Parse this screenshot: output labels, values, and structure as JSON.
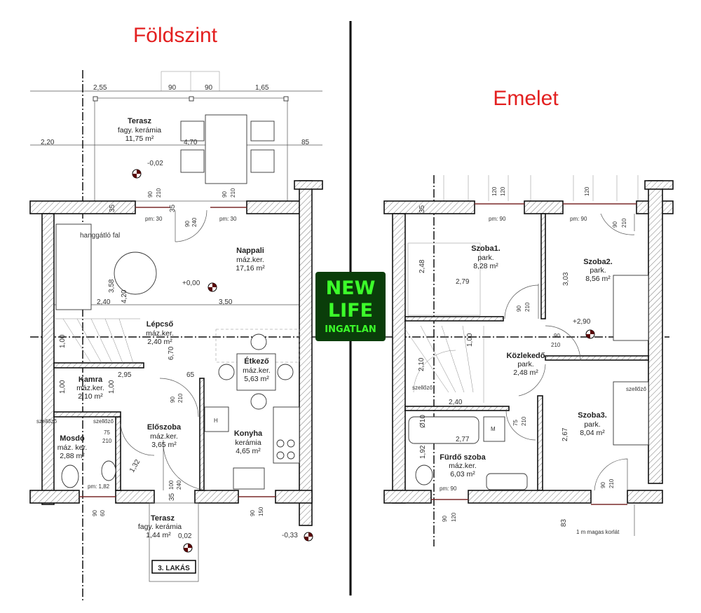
{
  "titles": {
    "ground": "Földszint",
    "upper": "Emelet"
  },
  "logo": {
    "line1": "NEW",
    "line2": "LIFE",
    "line3": "INGATLAN",
    "bg": "#0a3d0a",
    "fg": "#3cff2a"
  },
  "ground": {
    "rooms": [
      {
        "name": "Terasz",
        "material": "fagy. kerámia",
        "area": "11,75 m²"
      },
      {
        "name": "Nappali",
        "material": "máz.ker.",
        "area": "17,16 m²"
      },
      {
        "name": "Lépcső",
        "material": "máz.ker.",
        "area": "2,40 m²"
      },
      {
        "name": "Étkező",
        "material": "máz.ker.",
        "area": "5,63 m²"
      },
      {
        "name": "Kamra",
        "material": "máz.ker.",
        "area": "2,10 m²"
      },
      {
        "name": "Mosdó",
        "material": "máz. ker.",
        "area": "2,88 m²"
      },
      {
        "name": "Előszoba",
        "material": "máz.ker.",
        "area": "3,65 m²"
      },
      {
        "name": "Konyha",
        "material": "kerámia",
        "area": "4,65 m²"
      },
      {
        "name": "Terasz",
        "material": "fagy. kerámia",
        "area": "1,44 m²"
      }
    ],
    "levels": [
      "-0,02",
      "+0,00",
      "0,02",
      "-0,33"
    ],
    "notes": [
      "hanggátló fal",
      "szellőző",
      "szellőző",
      "pm: 30",
      "pm: 30",
      "pm: 1,82",
      "3. LAKÁS"
    ],
    "dims": [
      "2,55",
      "90",
      "90",
      "1,65",
      "2,20",
      "4,70",
      "85",
      "3,58",
      "4,20",
      "2,40",
      "3,50",
      "6,70",
      "2,95",
      "65",
      "1,00",
      "1,00",
      "1,00",
      "1,32",
      "35",
      "35",
      "35",
      "90",
      "210",
      "90",
      "210",
      "90",
      "240",
      "75",
      "210",
      "90",
      "210",
      "100",
      "240",
      "90",
      "60",
      "90",
      "150"
    ]
  },
  "upper": {
    "rooms": [
      {
        "name": "Szoba1.",
        "material": "park.",
        "area": "8,28 m²"
      },
      {
        "name": "Szoba2.",
        "material": "park.",
        "area": "8,56 m²"
      },
      {
        "name": "Közlekedő",
        "material": "park.",
        "area": "2,48 m²"
      },
      {
        "name": "Szoba3.",
        "material": "park.",
        "area": "8,04 m²"
      },
      {
        "name": "Fürdő szoba",
        "material": "máz.ker.",
        "area": "6,03 m²"
      }
    ],
    "levels": [
      "+2,90"
    ],
    "notes": [
      "pm: 90",
      "pm: 90",
      "pm: 90",
      "szellőző",
      "szellőző",
      "1 m magas korlát",
      "Ø10"
    ],
    "dims": [
      "2,48",
      "2,79",
      "3,03",
      "2,10",
      "2,40",
      "2,77",
      "1,92",
      "2,67",
      "1,00",
      "83",
      "35",
      "120",
      "120",
      "120",
      "90",
      "210",
      "90",
      "210",
      "90",
      "210",
      "75",
      "210",
      "90",
      "210",
      "90",
      "120"
    ]
  }
}
